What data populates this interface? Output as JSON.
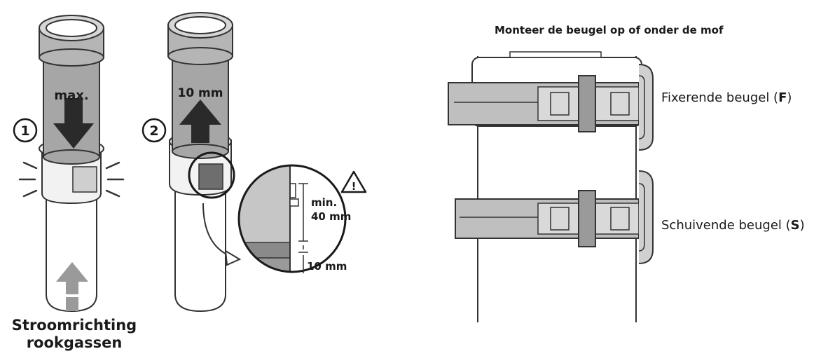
{
  "step1": {
    "number": "1",
    "arrow_text": "max."
  },
  "step2": {
    "number": "2",
    "arrow_text": "10 mm"
  },
  "detail": {
    "min_line1": "min.",
    "min_line2": "40 mm",
    "bottom_dim": "10 mm",
    "warning_symbol": "!"
  },
  "flow_label": {
    "line1": "Stroomrichting",
    "line2": "rookgassen"
  },
  "bracket_title": "Monteer de beugel op of onder de mof",
  "fixing_bracket": {
    "label": "Fixerende beugel (",
    "code": "F",
    "close": ")"
  },
  "sliding_bracket": {
    "label": "Schuivende beugel (",
    "code": "S",
    "close": ")"
  }
}
